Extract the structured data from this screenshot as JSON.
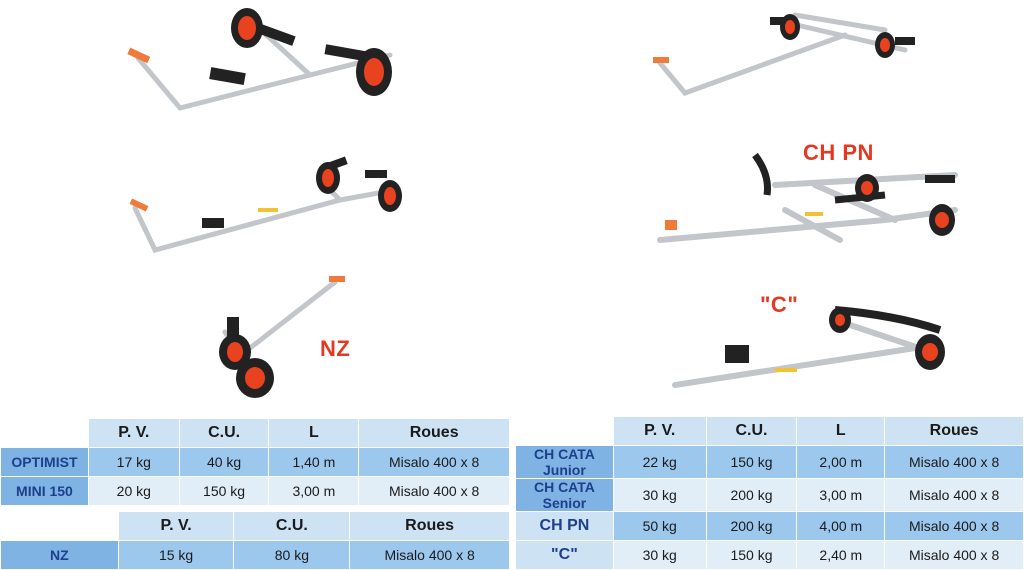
{
  "labels": {
    "chpn": "CH PN",
    "c": "\"C\"",
    "nz": "NZ"
  },
  "table_left": {
    "headers": [
      "P. V.",
      "C.U.",
      "L",
      "Roues"
    ],
    "rows": [
      {
        "name": "OPTIMIST",
        "pv": "17 kg",
        "cu": "40 kg",
        "l": "1,40 m",
        "roues": "Misalo 400 x 8"
      },
      {
        "name": "MINI 150",
        "pv": "20 kg",
        "cu": "150 kg",
        "l": "3,00 m",
        "roues": "Misalo 400 x 8"
      }
    ]
  },
  "table_nz": {
    "headers": [
      "P. V.",
      "C.U.",
      "Roues"
    ],
    "rows": [
      {
        "name": "NZ",
        "pv": "15 kg",
        "cu": "80 kg",
        "roues": "Misalo 400 x 8"
      }
    ]
  },
  "table_right": {
    "headers": [
      "P. V.",
      "C.U.",
      "L",
      "Roues"
    ],
    "rows": [
      {
        "name": "CH CATA Junior",
        "pv": "22 kg",
        "cu": "150 kg",
        "l": "2,00 m",
        "roues": "Misalo 400 x 8"
      },
      {
        "name": "CH CATA Senior",
        "pv": "30 kg",
        "cu": "200 kg",
        "l": "3,00 m",
        "roues": "Misalo 400 x 8"
      },
      {
        "name": "CH PN",
        "pv": "50 kg",
        "cu": "200 kg",
        "l": "4,00 m",
        "roues": "Misalo 400 x 8"
      },
      {
        "name": "\"C\"",
        "pv": "30 kg",
        "cu": "150 kg",
        "l": "2,40 m",
        "roues": "Misalo 400 x 8"
      }
    ]
  },
  "colors": {
    "title_red": "#e23a22",
    "header_bg": "#cde3f3",
    "name_bg": "#7eb3e3",
    "row_dark": "#9cc8ee",
    "row_light": "#e1eef8",
    "wheel": "#e8421f",
    "frame": "#c7c9cc"
  }
}
